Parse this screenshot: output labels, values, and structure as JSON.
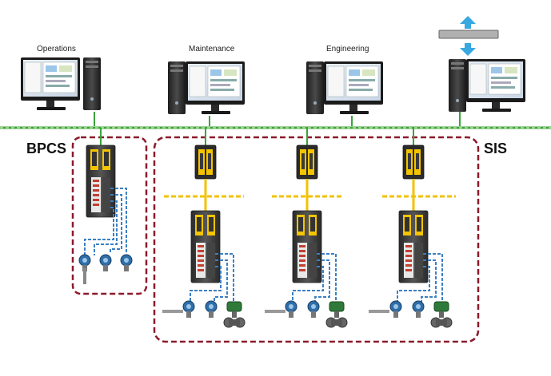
{
  "labels": {
    "operations": "Operations",
    "maintenance": "Maintenance",
    "engineering": "Engineering",
    "bpcs": "BPCS",
    "sis": "SIS"
  },
  "colors": {
    "control_network": "#3aa43a",
    "control_network_dash": "#9fd08a",
    "safety_network": "#f2c200",
    "io_wiring": "#3a7fc4",
    "zone_border": "#8b1a2a",
    "safety_module": "#f4c400",
    "controller_body": "#3a3a3a",
    "arrow": "#38a8e0"
  },
  "icons": [
    "workstation-monitor-icon",
    "pc-tower-icon",
    "network-appliance-icon",
    "up-arrow-icon",
    "down-arrow-icon",
    "controller-icon",
    "transmitter-icon",
    "valve-icon"
  ]
}
